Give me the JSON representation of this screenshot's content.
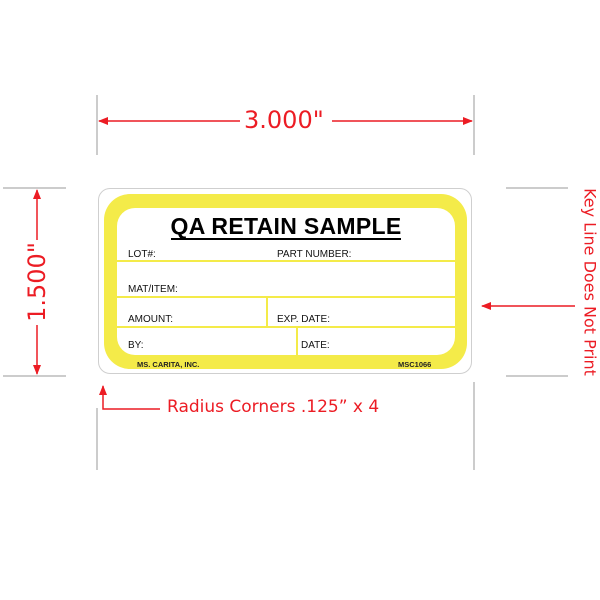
{
  "dimensions": {
    "width": "3.000\"",
    "height": "1.500\"",
    "key_line_note": "Key Line Does Not Print",
    "radius_note": "Radius Corners .125” x 4"
  },
  "label": {
    "title": "QA RETAIN SAMPLE",
    "fields": {
      "lot": "LOT#:",
      "part_number": "PART NUMBER:",
      "mat_item": "MAT/ITEM:",
      "amount": "AMOUNT:",
      "exp_date": "EXP. DATE:",
      "by": "BY:",
      "date": "DATE:"
    },
    "footer_company": "MS. CARITA, INC.",
    "footer_code": "MSC1066"
  },
  "colors": {
    "accent": "#ec1c24",
    "label_yellow": "#f4eb49"
  }
}
